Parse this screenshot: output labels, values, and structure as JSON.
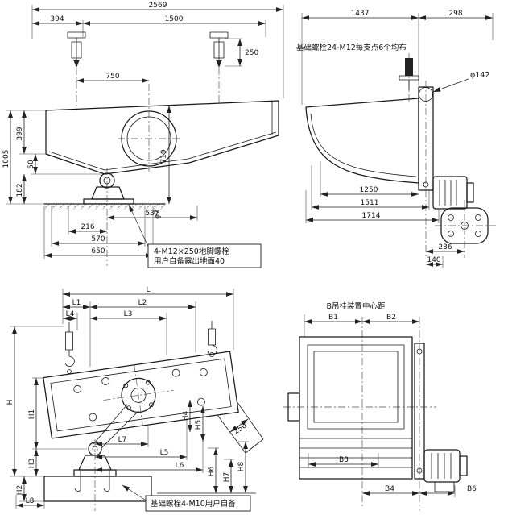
{
  "drawing": {
    "background": "#ffffff",
    "line_color": "#1a1a1a"
  },
  "side_view": {
    "dims": {
      "d2569": "2569",
      "d394": "394",
      "d1500": "1500",
      "d250": "250",
      "d750": "750",
      "d399": "399",
      "d1005": "1005",
      "d50": "50",
      "d182": "182",
      "d719": "719",
      "phi7": "φ7",
      "d537": "537",
      "d216": "216",
      "d570": "570",
      "d650": "650"
    },
    "note_line1": "4-M12×250地脚螺栓",
    "note_line2": "用户自备露出地面40"
  },
  "end_view": {
    "note": "基础螺栓24-M12每支点6个均布",
    "dims": {
      "d1437": "1437",
      "d298": "298",
      "phi142": "φ142",
      "d1250": "1250",
      "d1511": "1511",
      "d1714": "1714",
      "d236": "236",
      "d140": "140"
    }
  },
  "install_side_view": {
    "note": "基础螺栓4-M10用户自备",
    "dims": {
      "L": "L",
      "L1": "L1",
      "L2": "L2",
      "L3": "L3",
      "L4": "L4",
      "L5": "L5",
      "L6": "L6",
      "L7": "L7",
      "L8": "L8",
      "H": "H",
      "H1": "H1",
      "H2": "H2",
      "H3": "H3",
      "H4": "H4",
      "H5": "H5",
      "H6": "H6",
      "H7": "H7",
      "H8": "H8",
      "d250": "250"
    }
  },
  "hanger_view": {
    "title": "B吊挂装置中心距",
    "dims": {
      "B1": "B1",
      "B2": "B2",
      "B3": "B3",
      "B4": "B4",
      "B6": "B6"
    }
  }
}
